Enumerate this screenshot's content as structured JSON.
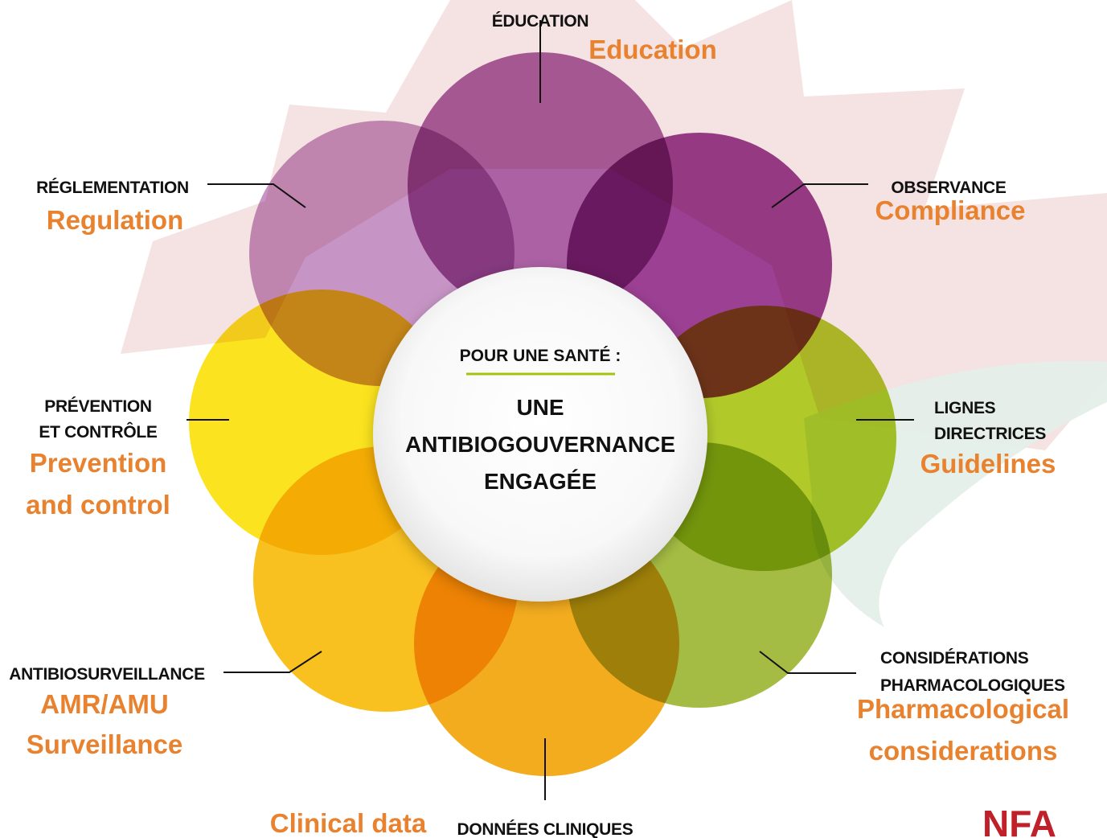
{
  "center": {
    "title": "POUR UNE SANTÉ :",
    "line1": "UNE",
    "line2": "ANTIBIOGOUVERNANCE",
    "line3": "ENGAGÉE"
  },
  "petals": [
    {
      "id": "education",
      "fr": [
        "ÉDUCATION"
      ],
      "en": [
        "Education"
      ],
      "color": "#a04b97"
    },
    {
      "id": "compliance",
      "fr": [
        "OBSERVANCE"
      ],
      "en": [
        "Compliance"
      ],
      "color": "#8e2584"
    },
    {
      "id": "guidelines",
      "fr": [
        "LIGNES",
        "DIRECTRICES"
      ],
      "en": [
        "Guidelines"
      ],
      "color": "#a6c30c"
    },
    {
      "id": "pharmacological",
      "fr": [
        "CONSIDÉRATIONS",
        "PHARMACOLOGIQUES"
      ],
      "en": [
        "Pharmacological",
        "considerations"
      ],
      "color": "#98b32a"
    },
    {
      "id": "clinical-data",
      "fr": [
        "DONNÉES CLINIQUES"
      ],
      "en": [
        "Clinical data"
      ],
      "color": "#f3a100"
    },
    {
      "id": "surveillance",
      "fr": [
        "ANTIBIOSURVEILLANCE"
      ],
      "en": [
        "AMR/AMU",
        "Surveillance"
      ],
      "color": "#f7b800"
    },
    {
      "id": "prevention",
      "fr": [
        "PRÉVENTION",
        "ET CONTRÔLE"
      ],
      "en": [
        "Prevention",
        "and control"
      ],
      "color": "#fbdf00"
    },
    {
      "id": "regulation",
      "fr": [
        "RÉGLEMENTATION"
      ],
      "en": [
        "Regulation"
      ],
      "color": "#bf86bd"
    }
  ],
  "logo": "NFA",
  "colors": {
    "label_en": "#e8822f",
    "label_fr": "#111111",
    "accent_underline": "#a6c30c",
    "background_leaf": "#f2d9d9",
    "background_swoosh": "#e3eee8"
  }
}
